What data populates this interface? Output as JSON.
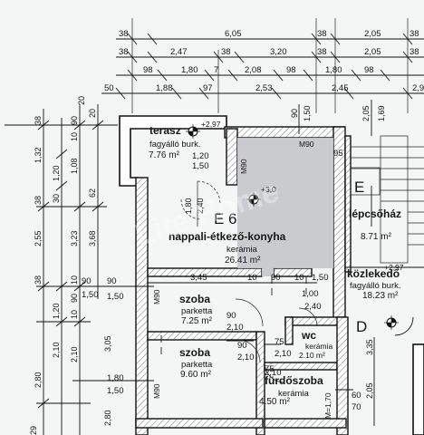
{
  "plan": {
    "top_dims": {
      "row1": [
        "38",
        "6,05",
        "38",
        "2,05",
        "38"
      ],
      "row2": [
        "38",
        "2,47",
        "38",
        "3,20",
        "38",
        "2,05",
        "38"
      ],
      "row3": [
        "98",
        "1,80",
        "7",
        "2,08",
        "98",
        "1,80",
        "98"
      ],
      "row4": [
        "50",
        "1,88",
        "97",
        "2,53",
        "2,45",
        "2,9"
      ]
    },
    "left_dims": {
      "col1": [
        "38",
        "1,32",
        "38",
        "2,55",
        "38",
        "2,80",
        "29"
      ],
      "col2": [
        "1,20",
        "30",
        "1,20",
        "2,10"
      ],
      "col3": [
        "90",
        "10",
        "1,08",
        "3,23",
        "10",
        "90",
        "10",
        "2,10"
      ],
      "col4": [
        "20",
        "62",
        "3,68",
        "3,05",
        "2,80"
      ],
      "col5": [
        "20"
      ]
    },
    "unit_label": "E 6",
    "rooms": {
      "terrace": {
        "name": "terasz",
        "material": "fagyálló burk.",
        "area": "7.76 m²",
        "height": "+2,97"
      },
      "living": {
        "name": "nappali-étkező-konyha",
        "material": "kerámia",
        "area": "26.41 m²",
        "height": "+3,0"
      },
      "stairs": {
        "name": "lépcsőház",
        "area": "8.71 m²",
        "marker": "E"
      },
      "corridor": {
        "name": "közlekedő",
        "material": "fagyálló burk.",
        "area": "18.23 m²",
        "height": "+2,97",
        "marker": "D"
      },
      "room1": {
        "name": "szoba",
        "material": "parketta",
        "area": "7.25 m²"
      },
      "room2": {
        "name": "szoba",
        "material": "parketta",
        "area": "9.60 m²"
      },
      "wc": {
        "name": "wc",
        "material": "kerámia",
        "area": "2.10 m²"
      },
      "bath": {
        "name": "fürdőszoba",
        "material": "kerámia",
        "area": "4.50 m²"
      }
    },
    "door_marks": [
      "M90",
      "M90",
      "M90",
      "M90",
      "M=1,70"
    ],
    "inner_dims": {
      "terrace_door": [
        "1,20",
        "1,50"
      ],
      "living_door": [
        "1,80",
        "2,40"
      ],
      "corridor_v": [
        "90",
        "1,50",
        "2,05",
        "1,69",
        "95"
      ],
      "hall_row": [
        "90",
        "1,50",
        "3,45",
        "10",
        "90",
        "10",
        "1,50"
      ],
      "corridor_door": [
        "1,00",
        "2,40"
      ],
      "room1_door": [
        "90",
        "2,10"
      ],
      "room2_door": [
        "90",
        "2,10"
      ],
      "wc_door": [
        "75",
        "2,10"
      ],
      "bath_door": [
        "75",
        "2,10"
      ],
      "bath_right": [
        "60",
        "70"
      ],
      "left_lower": [
        "90",
        "1,50",
        "1,80",
        "1,50"
      ],
      "right_col": [
        "3,35",
        "2,05"
      ]
    },
    "watermark": "Lite Home"
  }
}
